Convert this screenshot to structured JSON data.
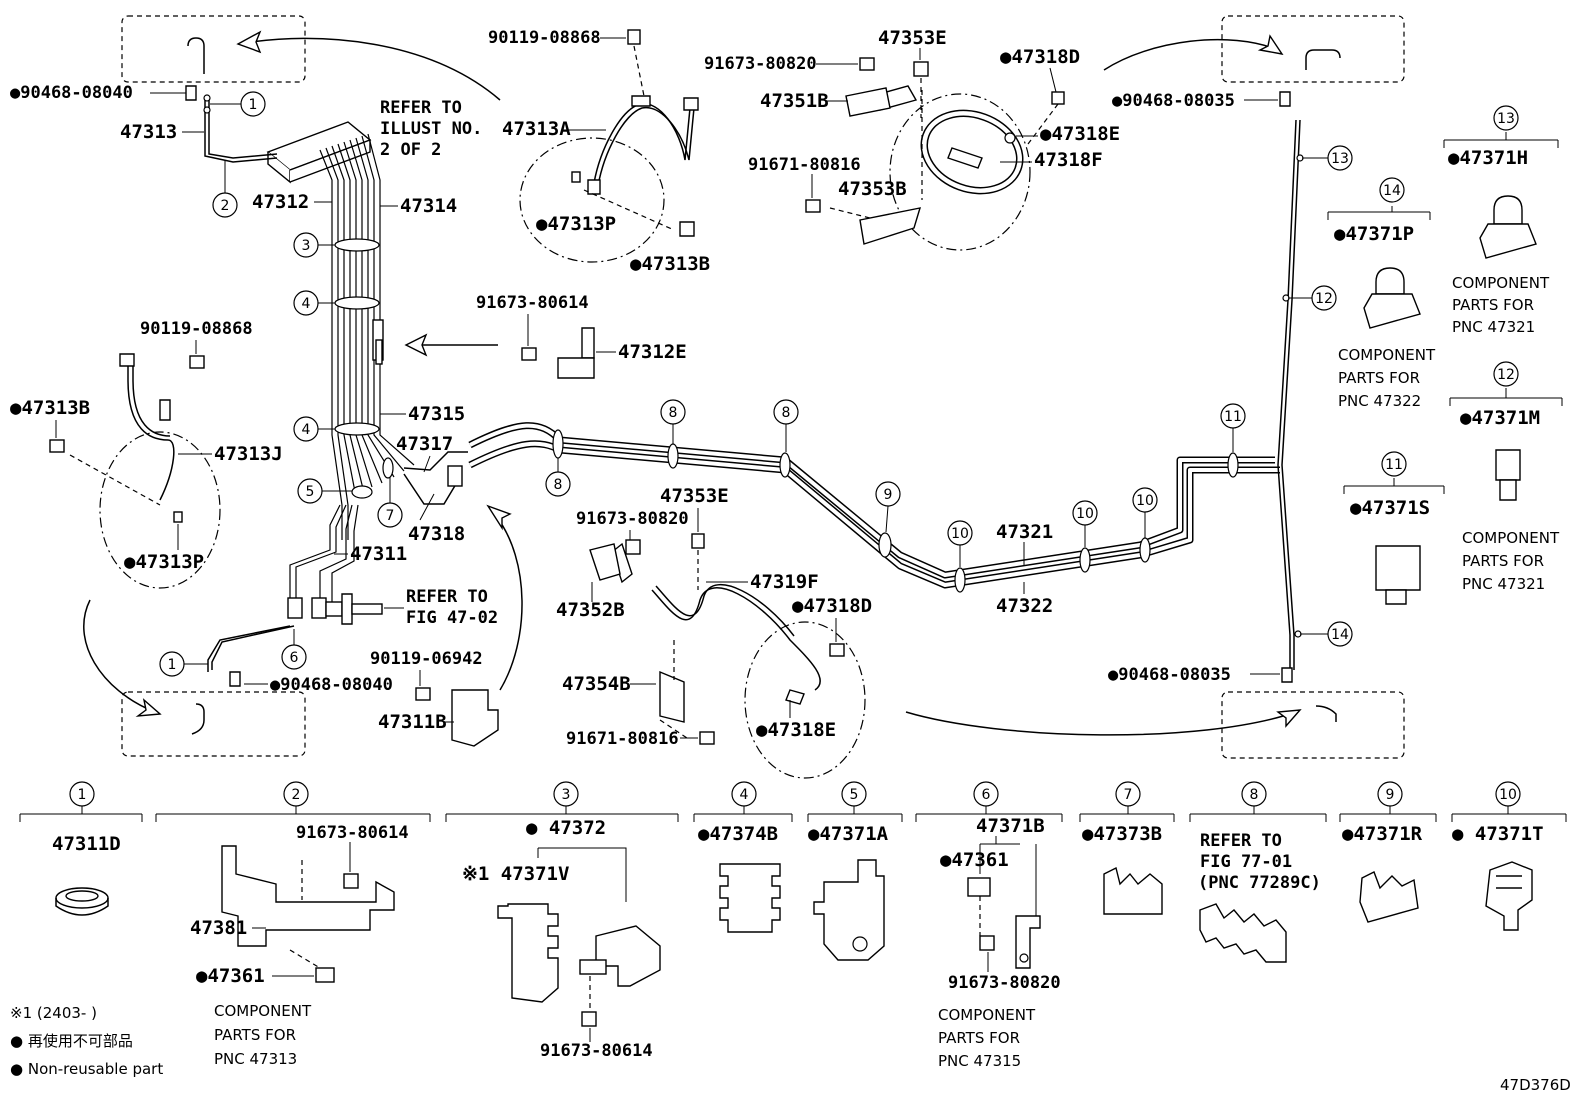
{
  "callouts": {
    "l47313": "47313",
    "l90468_08040_top": "●90468-08040",
    "l47312": "47312",
    "l47314": "47314",
    "refer_illust": [
      "REFER TO",
      "ILLUST NO.",
      "2 OF 2"
    ],
    "l90119_08868_top": "90119-08868",
    "l47313A": "47313A",
    "l47313P_top": "●47313P",
    "l47313B_top": "●47313B",
    "l91673_80820_top": "91673-80820",
    "l47353E_top": "47353E",
    "l47318D_top": "●47318D",
    "l47351B": "47351B",
    "l47318E_top": "●47318E",
    "l47318F": "47318F",
    "l91671_80816_top": "91671-80816",
    "l47353B": "47353B",
    "l90468_08035_top": "●90468-08035",
    "l91673_80614": "91673-80614",
    "l47312E": "47312E",
    "l90119_08868_left": "90119-08868",
    "l47313B_left": "●47313B",
    "l47313J": "47313J",
    "l47313P_left": "●47313P",
    "l47315": "47315",
    "l47317": "47317",
    "l47318": "47318",
    "l47311": "47311",
    "refer_fig": [
      "REFER TO",
      "FIG 47-02"
    ],
    "l90468_08040_bot": "●90468-08040",
    "l90119_06942": "90119-06942",
    "l47311B": "47311B",
    "l47353E_mid": "47353E",
    "l91673_80820_mid": "91673-80820",
    "l47352B": "47352B",
    "l47319F": "47319F",
    "l47318D_mid": "●47318D",
    "l47354B": "47354B",
    "l91671_80816_mid": "91671-80816",
    "l47318E_mid": "●47318E",
    "l47321": "47321",
    "l47322": "47322",
    "l90468_08035_bot": "●90468-08035",
    "l47371P": "●47371P",
    "l47371H": "●47371H",
    "cp_47321_a": [
      "COMPONENT",
      "PARTS FOR",
      "PNC 47321"
    ],
    "cp_47322": [
      "COMPONENT",
      "PARTS FOR",
      "PNC 47322"
    ],
    "l47371M": "●47371M",
    "l47371S": "●47371S",
    "cp_47321_b": [
      "COMPONENT",
      "PARTS FOR",
      "PNC 47321"
    ]
  },
  "markers": {
    "m1a": "1",
    "m2": "2",
    "m3": "3",
    "m4a": "4",
    "m4b": "4",
    "m5": "5",
    "m6": "6",
    "m7": "7",
    "m1b": "1",
    "m8a": "8",
    "m8b": "8",
    "m8c": "8",
    "m9": "9",
    "m10a": "10",
    "m10b": "10",
    "m10c": "10",
    "m11": "11",
    "m12": "12",
    "m13": "13",
    "m14": "14",
    "b14": "14",
    "b13": "13",
    "b12": "12",
    "b11": "11"
  },
  "bottom_row": {
    "c1": {
      "num": "1",
      "parts": [
        "47311D"
      ]
    },
    "c2": {
      "num": "2",
      "parts": [
        "91673-80614",
        "47381",
        "●47361"
      ],
      "note": [
        "COMPONENT",
        "PARTS FOR",
        "PNC 47313"
      ]
    },
    "c3": {
      "num": "3",
      "parts": [
        "● 47372",
        "※1 47371V",
        "91673-80614"
      ]
    },
    "c4": {
      "num": "4",
      "parts": [
        "●47374B"
      ]
    },
    "c5": {
      "num": "5",
      "parts": [
        "●47371A"
      ]
    },
    "c6": {
      "num": "6",
      "parts": [
        "47371B",
        "●47361",
        "91673-80820"
      ],
      "note": [
        "COMPONENT",
        "PARTS FOR",
        "PNC 47315"
      ]
    },
    "c7": {
      "num": "7",
      "parts": [
        "●47373B"
      ]
    },
    "c8": {
      "num": "8",
      "note": [
        "REFER TO",
        "FIG 77-01",
        "(PNC 77289C)"
      ]
    },
    "c9": {
      "num": "9",
      "parts": [
        "●47371R"
      ]
    },
    "c10": {
      "num": "10",
      "parts": [
        "● 47371T"
      ]
    }
  },
  "legend": {
    "footnote": "※1 (2403-    )",
    "jp": "● 再使用不可部品",
    "en": "● Non-reusable part"
  },
  "diagram_id": "47D376D"
}
